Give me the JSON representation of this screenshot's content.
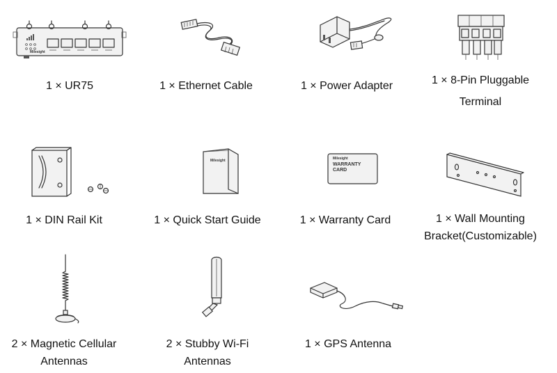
{
  "items": [
    {
      "icon": "router-icon",
      "caption": [
        "1 × UR75"
      ],
      "logo_text": "Milesight"
    },
    {
      "icon": "ethernet-cable-icon",
      "caption": [
        "1 × Ethernet Cable"
      ]
    },
    {
      "icon": "power-adapter-icon",
      "caption": [
        "1 × Power Adapter"
      ]
    },
    {
      "icon": "pluggable-terminal-icon",
      "caption": [
        "1 × 8-Pin Pluggable",
        "Terminal"
      ]
    },
    {
      "icon": "din-rail-kit-icon",
      "caption": [
        "1 × DIN Rail Kit"
      ]
    },
    {
      "icon": "quick-start-guide-icon",
      "caption": [
        "1 × Quick Start Guide"
      ],
      "logo_text": "Milesight"
    },
    {
      "icon": "warranty-card-icon",
      "caption": [
        "1 × Warranty Card"
      ],
      "logo_text": "Milesight",
      "card_text": [
        "WARRANTY",
        "CARD"
      ]
    },
    {
      "icon": "wall-mounting-bracket-icon",
      "caption": [
        "1 × Wall Mounting",
        "Bracket(Customizable)"
      ]
    },
    {
      "icon": "magnetic-cellular-antenna-icon",
      "caption": [
        "2 × Magnetic Cellular",
        "Antennas"
      ]
    },
    {
      "icon": "stubby-wifi-antenna-icon",
      "caption": [
        "2 × Stubby Wi-Fi",
        "Antennas"
      ]
    },
    {
      "icon": "gps-antenna-icon",
      "caption": [
        "1 × GPS Antenna"
      ]
    }
  ]
}
